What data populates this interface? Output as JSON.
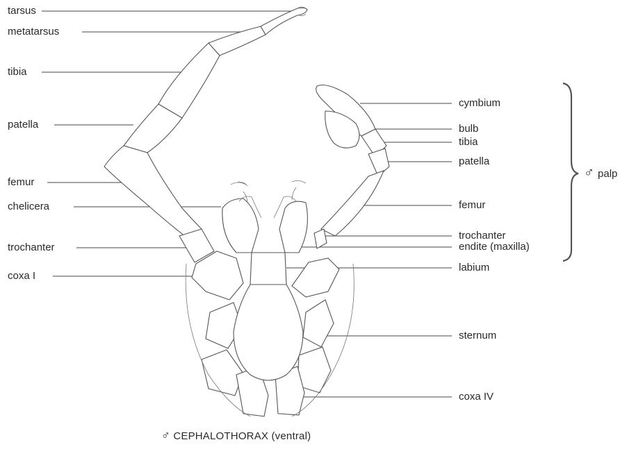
{
  "left_labels": {
    "tarsus": "tarsus",
    "metatarsus": "metatarsus",
    "tibia": "tibia",
    "patella": "patella",
    "femur": "femur",
    "chelicera": "chelicera",
    "trochanter": "trochanter",
    "coxa_1": "coxa I"
  },
  "right_labels": {
    "cymbium": "cymbium",
    "bulb": "bulb",
    "tibia": "tibia",
    "patella": "patella",
    "femur": "femur",
    "trochanter": "trochanter",
    "endite": "endite (maxilla)",
    "labium": "labium",
    "sternum": "sternum",
    "coxa_4": "coxa IV"
  },
  "palp_group": {
    "symbol": "♂",
    "label": "palp"
  },
  "caption": {
    "symbol": "♂",
    "text": "CEPHALOTHORAX (ventral)"
  }
}
